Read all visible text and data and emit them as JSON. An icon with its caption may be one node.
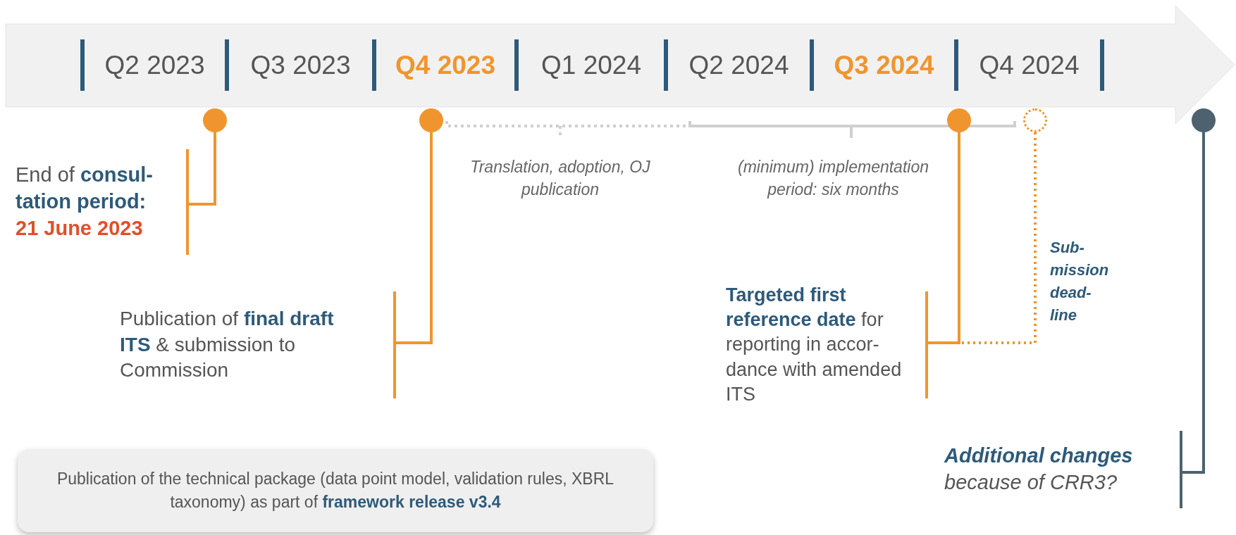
{
  "diagram": {
    "nodes": [
      {
        "text": [],
        "shape": "circle"
      },
      {
        "text": [],
        "shape": "circle"
      },
      {
        "text": [],
        "shape": "circle"
      },
      {
        "text": [],
        "shape": "circle"
      },
      {
        "text": [],
        "shape": "circle"
      },
      {
        "text": [
          "End of **consul- tation period:**",
          "21 June 2023"
        ]
      },
      {
        "text": [
          "Publication of **final draft ITS** & submission to Commission"
        ]
      },
      {
        "text": [
          "**Targeted first reference date** for reporting in accor- dance with amended ITS"
        ]
      },
      {
        "text": [
          "**Additional changes** because of CRR3?"
        ]
      },
      {
        "text": [
          "Publication of the technical package (data point model, validation rules, XBRL taxonomy) as part of **framework release v3.4**"
        ]
      }
    ],
    "edges": [
      {
        "from": 0,
        "to": 5,
        "arrow": "none"
      },
      {
        "from": 1,
        "to": 6,
        "arrow": "none"
      },
      {
        "from": 2,
        "to": 7,
        "arrow": "none"
      },
      {
        "from": 3,
        "to": 7,
        "arrow": "none",
        "style": "dashed",
        "label": "Sub- mission dead- line"
      },
      {
        "from": 4,
        "to": 8,
        "arrow": "none",
        "color": "#4d626e"
      }
    ],
    "labels": [
      "Q2 2023",
      "Q3 2023",
      "Q4 2023",
      "Q1 2024",
      "Q2 2024",
      "Q3 2024",
      "Q4 2024",
      "Translation, adoption, OJ publication",
      "(minimum) implementation period: six months"
    ]
  }
}
